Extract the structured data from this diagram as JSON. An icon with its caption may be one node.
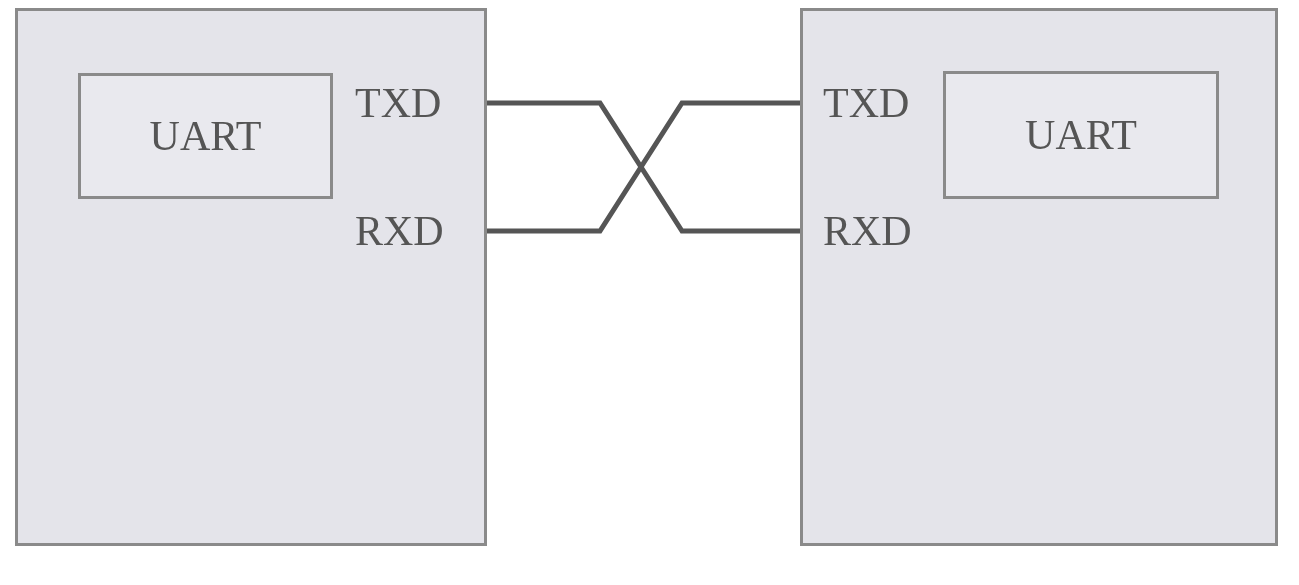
{
  "diagram": {
    "nodes": [
      {
        "text": [],
        "shape": "box"
      },
      {
        "text": [
          "UART"
        ],
        "in": 0
      },
      {
        "text": [
          "TXD"
        ],
        "in": 0
      },
      {
        "text": [
          "RXD"
        ],
        "in": 0
      },
      {
        "text": [],
        "shape": "box"
      },
      {
        "text": [
          "UART"
        ],
        "in": 4
      },
      {
        "text": [
          "TXD"
        ],
        "in": 4
      },
      {
        "text": [
          "RXD"
        ],
        "in": 4
      }
    ],
    "edges": [
      {
        "from": 2,
        "to": 7,
        "arrow": "none"
      },
      {
        "from": 3,
        "to": 6,
        "arrow": "none"
      }
    ]
  }
}
